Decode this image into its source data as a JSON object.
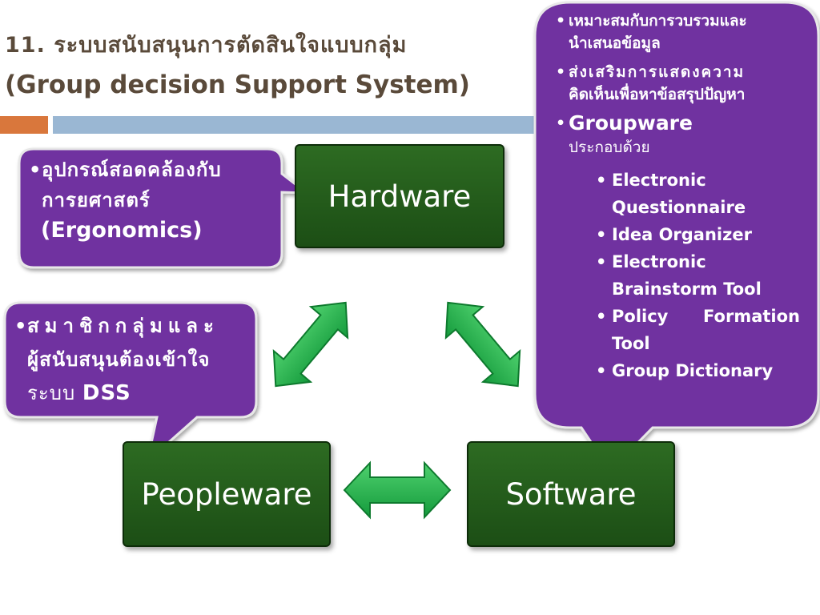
{
  "title": {
    "line1": "11. ระบบสนับสนุนการตัดสินใจแบบกลุ่ม",
    "line2": "(Group decision Support System)"
  },
  "nodes": {
    "hardware": "Hardware",
    "peopleware": "Peopleware",
    "software": "Software"
  },
  "callouts": {
    "ergonomics": {
      "line1": "อุปกรณ์สอดคล้องกับ",
      "line2": "การยศาสตร์",
      "line3": "(Ergonomics)"
    },
    "members": {
      "line1": "สมาชิกกลุ่มและ",
      "line2": "ผู้สนับสนุนต้องเข้าใจ",
      "line3_prefix": "ระบบ ",
      "line3_bold": "DSS"
    },
    "groupware": {
      "bullet1_line1": "เหมาะสมกับการวบรวมและ",
      "bullet1_line2": "นำเสนอข้อมูล",
      "bullet2_line1": "ส่งเสริมการแสดงความ",
      "bullet2_line2": "คิดเห็นเพื่อหาข้อสรุปปัญหา",
      "bullet3_title": "Groupware",
      "bullet3_sub": "ประกอบด้วย",
      "tools": {
        "t1a": "Electronic",
        "t1b": "Questionnaire",
        "t2": "Idea Organizer",
        "t3a": "Electronic",
        "t3b": "Brainstorm Tool",
        "t4a": "Policy",
        "t4b": "Formation",
        "t4c": "Tool",
        "t5": "Group Dictionary"
      }
    }
  },
  "colors": {
    "purple": "#7030a0",
    "green_box": "#2d6b22",
    "arrow_green": "#22b04b",
    "title": "#5a4a3a",
    "accent_orange": "#d9773c",
    "accent_blue": "#9ab7d3"
  }
}
